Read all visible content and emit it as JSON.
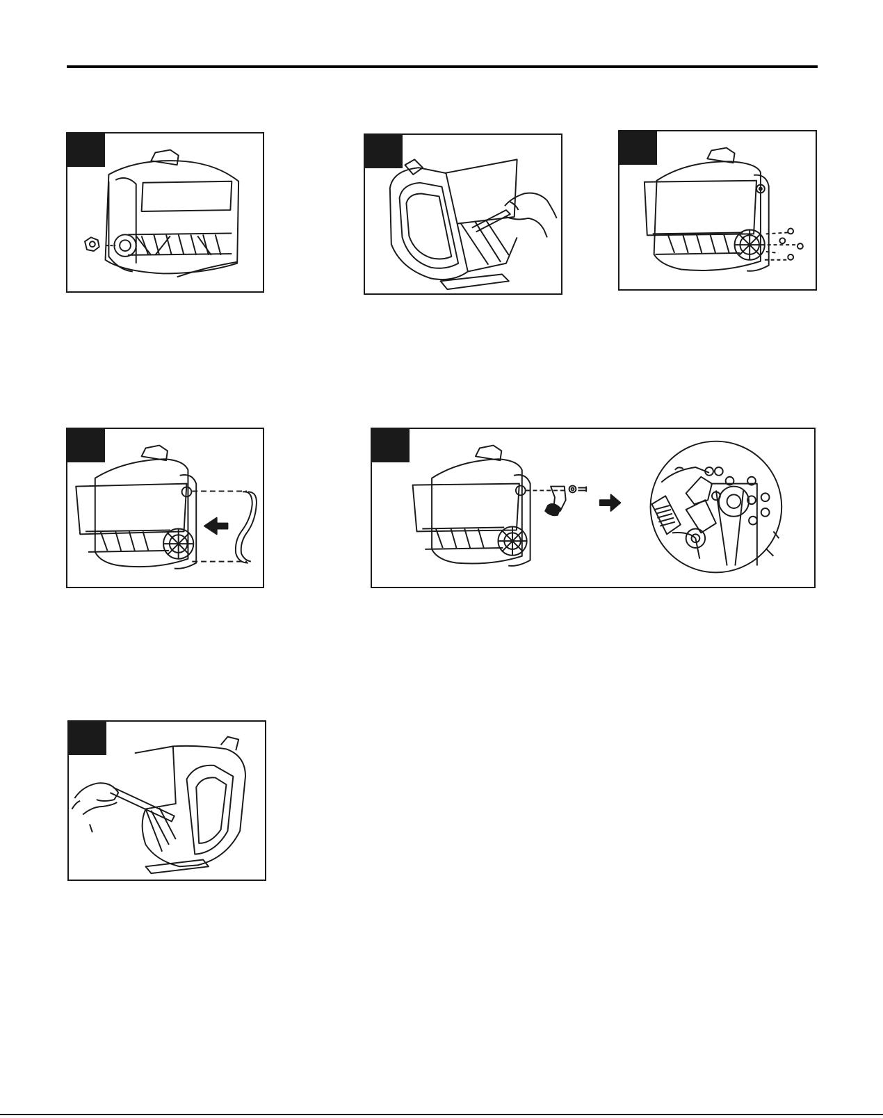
{
  "colors": {
    "ink": "#1a1a1a",
    "paper": "#ffffff"
  },
  "figures": [
    {
      "id": "fig-1",
      "depicts": "remove-nut-icon"
    },
    {
      "id": "fig-2",
      "depicts": "pry-cover-icon"
    },
    {
      "id": "fig-3",
      "depicts": "remove-screws-icon"
    },
    {
      "id": "fig-4",
      "depicts": "install-belt-icon"
    },
    {
      "id": "fig-5",
      "depicts": "install-idler-icon"
    },
    {
      "id": "fig-6",
      "depicts": "close-cover-icon"
    }
  ]
}
